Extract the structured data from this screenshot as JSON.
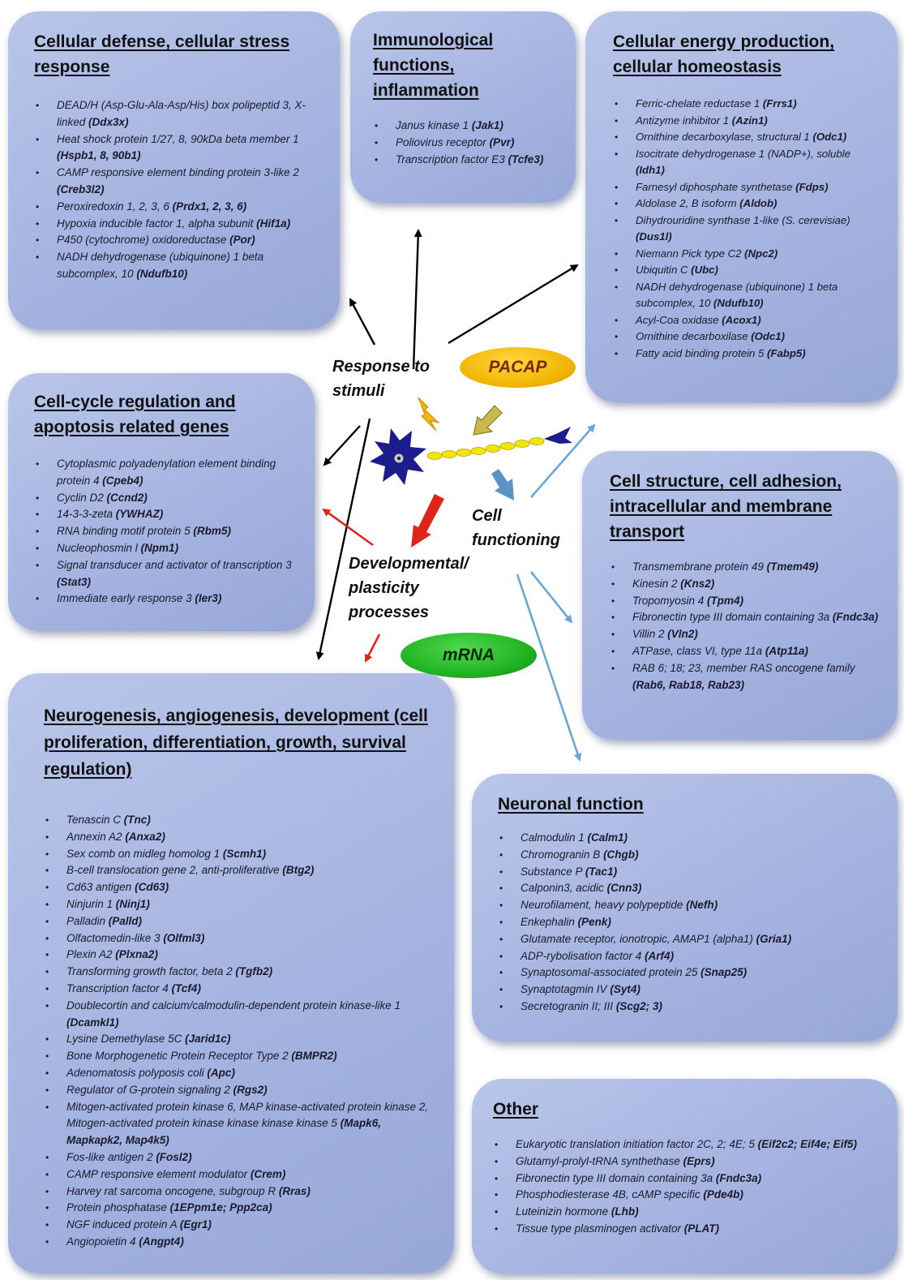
{
  "boxes": {
    "defense": {
      "title": "Cellular defense, cellular stress response",
      "items": [
        {
          "text": "DEAD/H (Asp-Glu-Ala-Asp/His) box polipeptid 3, X-linked ",
          "gene": "(Ddx3x)"
        },
        {
          "text": "Heat shock protein 1/27, 8, 90kDa beta member 1 ",
          "gene": "(Hspb1, 8, 90b1)"
        },
        {
          "text": "CAMP responsive element binding protein 3-like 2 ",
          "gene": "(Creb3l2)"
        },
        {
          "text": "Peroxiredoxin 1, 2, 3, 6 ",
          "gene": "(Prdx1, 2, 3, 6)"
        },
        {
          "text": "Hypoxia inducible factor 1, alpha subunit ",
          "gene": "(Hif1a)"
        },
        {
          "text": "P450 (cytochrome) oxidoreductase ",
          "gene": "(Por)"
        },
        {
          "text": "NADH dehydrogenase (ubiquinone) 1 beta subcomplex, 10 ",
          "gene": "(Ndufb10)"
        }
      ]
    },
    "immuno": {
      "title": "Immunological functions, inflammation",
      "items": [
        {
          "text": "Janus kinase 1 ",
          "gene": "(Jak1)"
        },
        {
          "text": "Poliovirus receptor ",
          "gene": "(Pvr)"
        },
        {
          "text": "Transcription factor E3 ",
          "gene": "(Tcfe3)"
        }
      ]
    },
    "energy": {
      "title": "Cellular energy production, cellular homeostasis",
      "items": [
        {
          "text": "Ferric-chelate reductase 1 ",
          "gene": "(Frrs1)"
        },
        {
          "text": "Antizyme inhibitor 1 ",
          "gene": "(Azin1)"
        },
        {
          "text": "Ornithine decarboxylase, structural 1 ",
          "gene": "(Odc1)"
        },
        {
          "text": "Isocitrate dehydrogenase 1 (NADP+), soluble ",
          "gene": "(Idh1)"
        },
        {
          "text": "Farnesyl diphosphate synthetase ",
          "gene": "(Fdps)"
        },
        {
          "text": "Aldolase 2, B isoform ",
          "gene": "(Aldob)"
        },
        {
          "text": "Dihydrouridine synthase 1-like (S. cerevisiae) ",
          "gene": "(Dus1l)"
        },
        {
          "text": "Niemann Pick type C2 ",
          "gene": "(Npc2)"
        },
        {
          "text": "Ubiquitin C ",
          "gene": "(Ubc)"
        },
        {
          "text": "NADH dehydrogenase (ubiquinone) 1 beta subcomplex, 10 ",
          "gene": "(Ndufb10)"
        },
        {
          "text": "Acyl-Coa oxidase ",
          "gene": "(Acox1)"
        },
        {
          "text": "Ornithine decarboxilase ",
          "gene": "(Odc1)"
        },
        {
          "text": "Fatty acid binding protein 5 ",
          "gene": "(Fabp5)"
        }
      ]
    },
    "cellcycle": {
      "title": "Cell-cycle regulation and apoptosis related genes",
      "items": [
        {
          "text": "Cytoplasmic polyadenylation element binding protein 4 ",
          "gene": "(Cpeb4)"
        },
        {
          "text": "Cyclin D2 ",
          "gene": "(Ccnd2)"
        },
        {
          "text": "14-3-3-zeta ",
          "gene": "(YWHAZ)"
        },
        {
          "text": "RNA binding motif protein 5 ",
          "gene": "(Rbm5)"
        },
        {
          "text": "Nucleophosmin l ",
          "gene": "(Npm1)"
        },
        {
          "text": "Signal transducer and activator of transcription 3 ",
          "gene": "(Stat3)"
        },
        {
          "text": "Immediate early response 3 ",
          "gene": "(Ier3)"
        }
      ]
    },
    "structure": {
      "title": "Cell structure, cell adhesion, intracellular and membrane transport",
      "items": [
        {
          "text": "Transmembrane protein 49 ",
          "gene": "(Tmem49)"
        },
        {
          "text": "Kinesin 2 ",
          "gene": "(Kns2)"
        },
        {
          "text": "Tropomyosin 4 ",
          "gene": "(Tpm4)"
        },
        {
          "text": "Fibronectin type III domain containing 3a ",
          "gene": "(Fndc3a)"
        },
        {
          "text": "Villin 2 ",
          "gene": "(Vln2)"
        },
        {
          "text": "ATPase, class VI, type 11a ",
          "gene": "(Atp11a)"
        },
        {
          "text": "RAB 6; 18; 23, member RAS oncogene family ",
          "gene": "(Rab6, Rab18, Rab23)"
        }
      ]
    },
    "neurogenesis": {
      "title": "Neurogenesis, angiogenesis, development (cell proliferation, differentiation, growth, survival regulation)",
      "items": [
        {
          "text": "Tenascin C ",
          "gene": "(Tnc)"
        },
        {
          "text": "Annexin A2 ",
          "gene": "(Anxa2)"
        },
        {
          "text": "Sex comb on midleg homolog 1 ",
          "gene": "(Scmh1)"
        },
        {
          "text": "B-cell translocation gene 2, anti-proliferative ",
          "gene": "(Btg2)"
        },
        {
          "text": "Cd63 antigen ",
          "gene": "(Cd63)"
        },
        {
          "text": "Ninjurin 1 ",
          "gene": "(Ninj1)"
        },
        {
          "text": "Palladin ",
          "gene": "(Palld)"
        },
        {
          "text": "Olfactomedin-like 3 ",
          "gene": "(Olfml3)"
        },
        {
          "text": "Plexin A2 ",
          "gene": "(Plxna2)"
        },
        {
          "text": "Transforming growth factor, beta 2 ",
          "gene": "(Tgfb2)"
        },
        {
          "text": "Transcription factor 4 ",
          "gene": "(Tcf4)"
        },
        {
          "text": "Doublecortin and calcium/calmodulin-dependent protein kinase-like 1 ",
          "gene": "(Dcamkl1)"
        },
        {
          "text": "Lysine Demethylase 5C ",
          "gene": "(Jarid1c)"
        },
        {
          "text": "Bone Morphogenetic Protein Receptor Type 2 ",
          "gene": "(BMPR2)"
        },
        {
          "text": "Adenomatosis polyposis coli ",
          "gene": "(Apc)"
        },
        {
          "text": "Regulator of G-protein signaling 2 ",
          "gene": "(Rgs2)"
        },
        {
          "text": "Mitogen-activated protein kinase 6, MAP kinase-activated protein kinase 2, Mitogen-activated protein kinase kinase kinase kinase 5 ",
          "gene": "(Mapk6, Mapkapk2, Map4k5)"
        },
        {
          "text": "Fos-like antigen 2 ",
          "gene": "(Fosl2)"
        },
        {
          "text": "CAMP responsive element modulator ",
          "gene": "(Crem)"
        },
        {
          "text": "Harvey rat sarcoma oncogene, subgroup R ",
          "gene": "(Rras)"
        },
        {
          "text": "Protein phosphatase ",
          "gene": "(1EPpm1e; Ppp2ca)"
        },
        {
          "text": "NGF induced protein A ",
          "gene": "(Egr1)"
        },
        {
          "text": "Angiopoietin 4 ",
          "gene": "(Angpt4)"
        }
      ]
    },
    "neuronal": {
      "title": "Neuronal function",
      "items": [
        {
          "text": "Calmodulin 1 ",
          "gene": "(Calm1)"
        },
        {
          "text": "Chromogranin B ",
          "gene": "(Chgb)"
        },
        {
          "text": "Substance P ",
          "gene": "(Tac1)"
        },
        {
          "text": "Calponin3, acidic ",
          "gene": "(Cnn3)"
        },
        {
          "text": "Neurofilament, heavy polypeptide ",
          "gene": "(Nefh)"
        },
        {
          "text": "Enkephalin ",
          "gene": "(Penk)"
        },
        {
          "text": "Glutamate receptor, ionotropic, AMAP1 (alpha1) ",
          "gene": "(Gria1)"
        },
        {
          "text": "ADP-rybolisation factor 4 ",
          "gene": "(Arf4)"
        },
        {
          "text": "Synaptosomal-associated protein 25 ",
          "gene": "(Snap25)"
        },
        {
          "text": "Synaptotagmin IV ",
          "gene": "(Syt4)"
        },
        {
          "text": "Secretogranin II; III ",
          "gene": "(Scg2; 3)"
        }
      ]
    },
    "other": {
      "title": "Other",
      "items": [
        {
          "text": "Eukaryotic translation initiation factor 2C, 2; 4E; 5 ",
          "gene": "(Eif2c2; Eif4e; Eif5)"
        },
        {
          "text": "Glutamyl-prolyl-tRNA synthethase ",
          "gene": "(Eprs)"
        },
        {
          "text": "Fibronectin type III domain containing 3a ",
          "gene": "(Fndc3a)"
        },
        {
          "text": "Phosphodiesterase 4B, cAMP specific ",
          "gene": "(Pde4b)"
        },
        {
          "text": "Luteinizin hormone ",
          "gene": "(Lhb)"
        },
        {
          "text": "Tissue type plasminogen activator ",
          "gene": "(PLAT)"
        }
      ]
    }
  },
  "center": {
    "response_label": "Response to stimuli",
    "pacap_label": "PACAP",
    "cell_functioning_label": "Cell functioning",
    "developmental_label": "Developmental/ plasticity processes",
    "mrna_label": "mRNA"
  },
  "colors": {
    "box_fill": "#a5b4e0",
    "pacap_fill": "#f2b705",
    "mrna_fill": "#22b422",
    "arrow_black": "#000000",
    "arrow_red": "#e0241b",
    "arrow_blue": "#6aa6d8",
    "neuron_body": "#1c1c8c",
    "axon": "#f2e600"
  }
}
